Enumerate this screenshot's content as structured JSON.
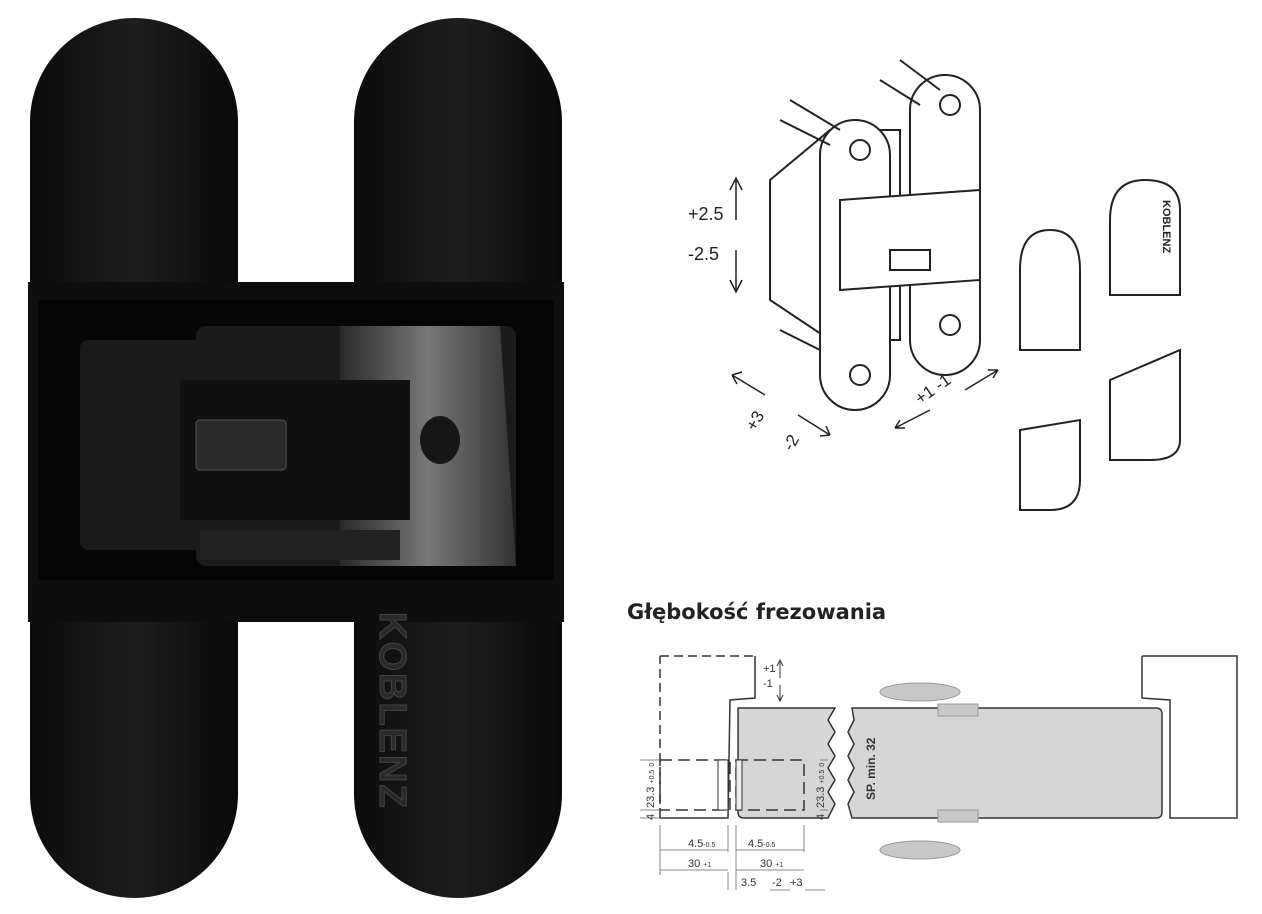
{
  "product": {
    "brand_engraving": "KOBLENZ",
    "finish_color": "#141414",
    "highlight_color": "#6e6e6e"
  },
  "exploded_view": {
    "vertical_adjust_plus": "+2.5",
    "vertical_adjust_minus": "-2.5",
    "depth_adjust_plus": "+3",
    "depth_adjust_minus": "-2",
    "lateral_adjust": "+1 -1",
    "cap_brand": "KOBLENZ"
  },
  "milling_section": {
    "title": "Głębokość frezowania",
    "height_adjust_plus": "+1",
    "height_adjust_minus": "-1",
    "pocket_height": "23.3",
    "pocket_height_tol_upper": "+0.5",
    "pocket_height_tol_lower": "0",
    "offset": "4",
    "inner_depth": "4.5",
    "inner_depth_tol_upper": "0",
    "inner_depth_tol_lower": "-0.5",
    "pocket_depth": "30",
    "pocket_depth_tol_upper": "+1",
    "pocket_depth_tol_lower": "0",
    "gap": "3.5",
    "depth_adjust_minus": "-2",
    "depth_adjust_plus": "+3",
    "door_thickness_label": "SP. min. 32",
    "door_fill": "#d6d6d6"
  }
}
